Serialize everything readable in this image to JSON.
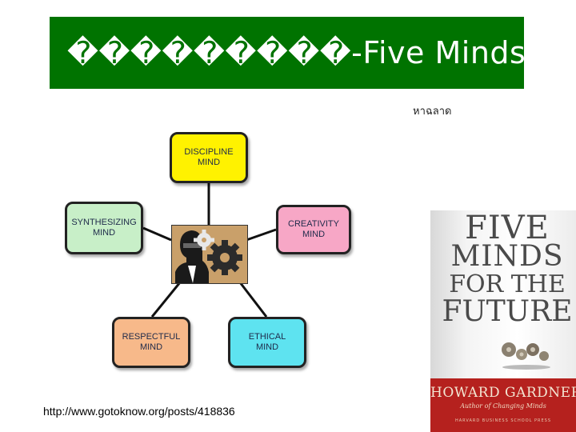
{
  "slide": {
    "title": "���������-Five Minds",
    "subtitle": "หาฉลาด",
    "footer_url": "http://www.gotoknow.org/posts/418836"
  },
  "diagram": {
    "nodes": {
      "discipline": "DISCIPLINE\nMIND",
      "creativity": "CREATIVITY\nMIND",
      "synthesizing": "SYNTHESIZING\nMIND",
      "respectful": "RESPECTFUL\nMIND",
      "ethical": "ETHICAL\nMIND"
    },
    "colors": {
      "discipline": "#fff200",
      "creativity": "#f7a7c6",
      "synthesizing": "#c8efc8",
      "respectful": "#f7b98a",
      "ethical": "#5ee3f0"
    },
    "hub_image": "gears-head-icon"
  },
  "book": {
    "title_lines": [
      "FIVE",
      "MINDS",
      "FOR THE",
      "FUTURE"
    ],
    "author": "HOWARD GARDNER",
    "author_note": "Author of Changing Minds",
    "publisher": "HARVARD BUSINESS SCHOOL PRESS"
  },
  "colors": {
    "banner": "#007300",
    "book_band": "#b5211e"
  }
}
